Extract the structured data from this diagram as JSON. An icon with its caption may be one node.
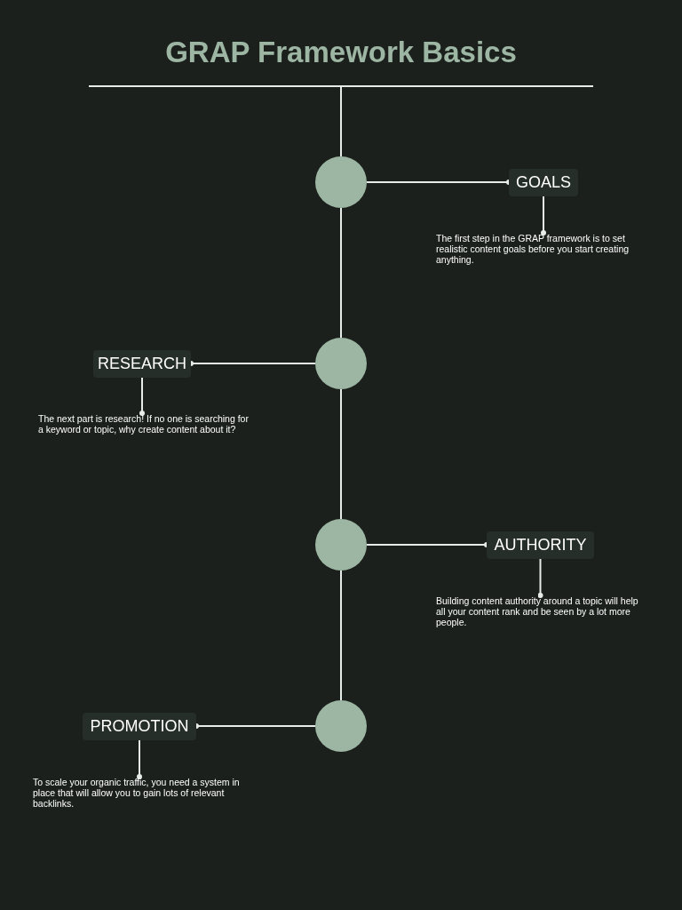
{
  "diagram": {
    "title": "GRAP Framework Basics",
    "nodes": [
      {
        "text": [],
        "shape": "circle"
      },
      {
        "text": [
          "GOALS"
        ]
      },
      {
        "text": [
          "The first step in the GRAP framework is to set realistic content goals before you start creating anything."
        ]
      },
      {
        "text": [
          "RESEARCH"
        ]
      },
      {
        "text": [],
        "shape": "circle"
      },
      {
        "text": [
          "The next part is research! If no one is searching for a keyword or topic, why create content about it?"
        ]
      },
      {
        "text": [],
        "shape": "circle"
      },
      {
        "text": [
          "AUTHORITY"
        ]
      },
      {
        "text": [
          "Building content authority around a topic will help all your content rank and be seen by a lot more people."
        ]
      },
      {
        "text": [
          "PROMOTION"
        ]
      },
      {
        "text": [],
        "shape": "circle"
      },
      {
        "text": [
          "To scale your organic traffic, you need a system in place that will allow you to gain lots of relevant backlinks."
        ]
      }
    ],
    "edges": [
      {
        "from": null,
        "to": 0,
        "arrow": "none"
      },
      {
        "from": 0,
        "to": 4,
        "arrow": "none"
      },
      {
        "from": 4,
        "to": 6,
        "arrow": "none"
      },
      {
        "from": 6,
        "to": 10,
        "arrow": "none"
      },
      {
        "from": 0,
        "to": 1,
        "arrow": "other"
      },
      {
        "from": 1,
        "to": 2,
        "arrow": "other"
      },
      {
        "from": 4,
        "to": 3,
        "arrow": "other"
      },
      {
        "from": 3,
        "to": 5,
        "arrow": "other"
      },
      {
        "from": 6,
        "to": 7,
        "arrow": "other"
      },
      {
        "from": 7,
        "to": 8,
        "arrow": "other"
      },
      {
        "from": 10,
        "to": 9,
        "arrow": "other"
      },
      {
        "from": 9,
        "to": 11,
        "arrow": "other"
      }
    ]
  }
}
